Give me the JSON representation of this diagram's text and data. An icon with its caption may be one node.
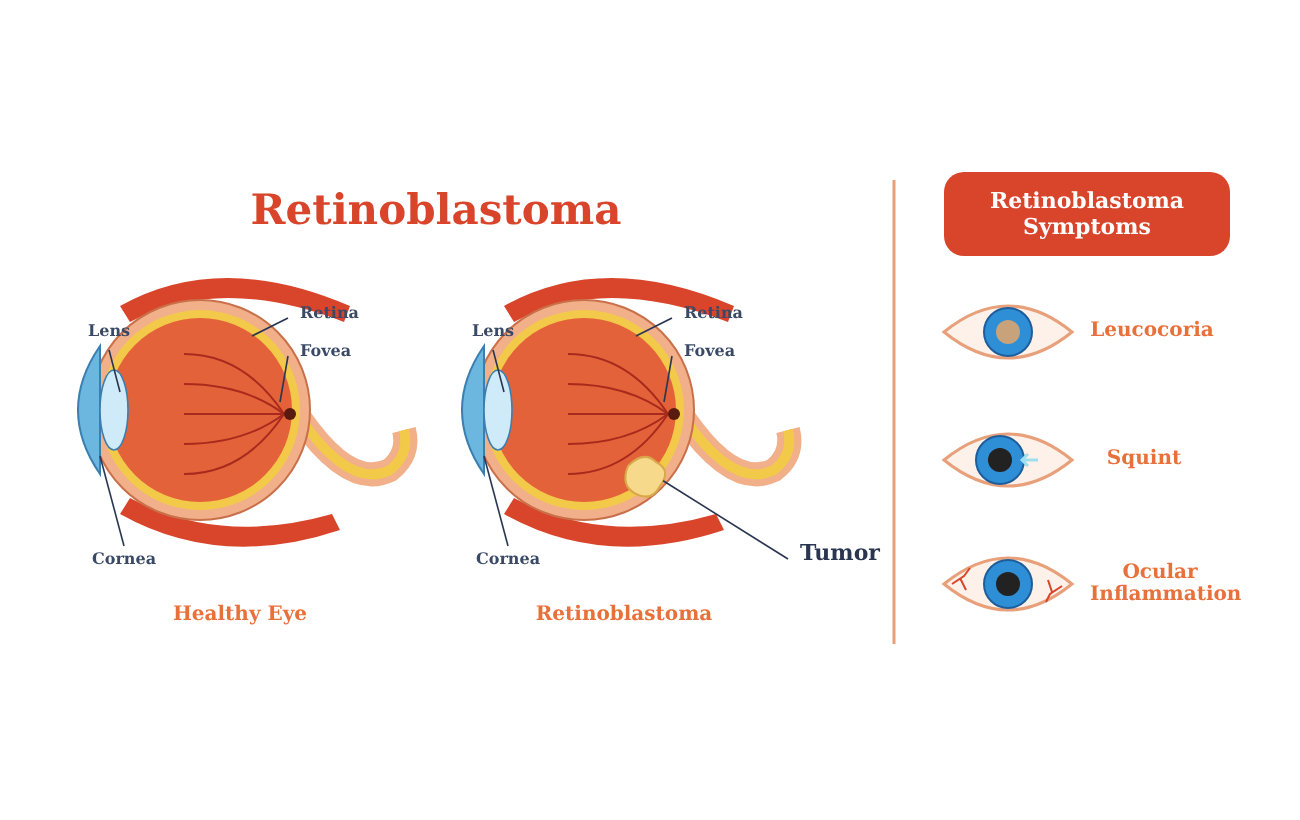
{
  "diagram": {
    "title": "Retinoblastoma",
    "nodes": [
      {
        "text": [
          "Retinoblastoma Symptoms"
        ]
      },
      {
        "text": [
          "Lens"
        ]
      },
      {
        "text": [
          "Retina"
        ]
      },
      {
        "text": [
          "Fovea"
        ]
      },
      {
        "text": [
          "Cornea"
        ]
      },
      {
        "text": [
          "Lens"
        ]
      },
      {
        "text": [
          "Retina"
        ]
      },
      {
        "text": [
          "Fovea"
        ]
      },
      {
        "text": [
          "Cornea"
        ]
      },
      {
        "text": [
          "Tumor"
        ]
      },
      {
        "text": [],
        "shape": "picture"
      }
    ],
    "edges": [
      {
        "from": 1,
        "to": null,
        "arrow": "none"
      },
      {
        "from": 2,
        "to": null,
        "arrow": "none"
      },
      {
        "from": 3,
        "to": null,
        "arrow": "none"
      },
      {
        "from": 4,
        "to": null,
        "arrow": "none"
      },
      {
        "from": 5,
        "to": null,
        "arrow": "none"
      },
      {
        "from": 6,
        "to": null,
        "arrow": "none"
      },
      {
        "from": 7,
        "to": null,
        "arrow": "none"
      },
      {
        "from": 8,
        "to": null,
        "arrow": "none"
      },
      {
        "from": 9,
        "to": 10,
        "arrow": "none"
      }
    ],
    "labels": [
      "Healthy Eye",
      "Retinoblastoma",
      "Leucocoria",
      "Squint",
      "Ocular Inflammation"
    ]
  }
}
